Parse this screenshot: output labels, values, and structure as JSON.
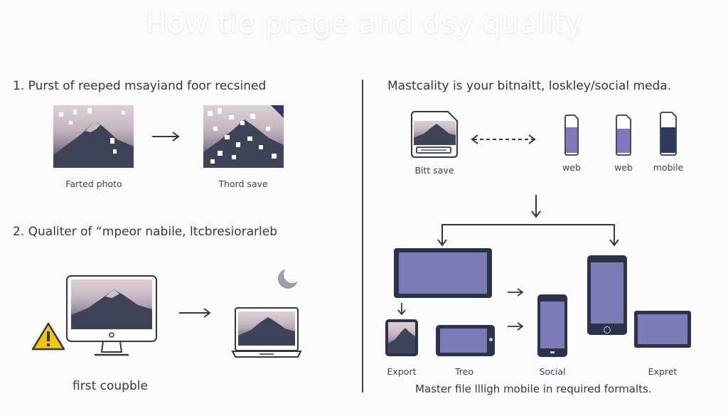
{
  "title": "How tie prage and dsy quality",
  "left": {
    "step1": {
      "heading": "1.  Purst of reeped msayiand foor recsined",
      "caption_left": "Farted photo",
      "caption_right": "Thord save"
    },
    "step2": {
      "heading": "2.  Qualiter of “mpeor nabile, ltcbresiorarleb",
      "caption_bottom": "first coupble"
    }
  },
  "right": {
    "heading": "Mastcality is your bitnaitt, loskley/social meda.",
    "labels": {
      "bitt_save": "Bitt save",
      "web1": "web",
      "web2": "web",
      "mobile": "mobile",
      "export": "Export",
      "treo": "Treo",
      "social": "Social",
      "expret": "Expret"
    },
    "footer": "Master file llligh mobile in required formalts."
  },
  "colors": {
    "accent": "#7e7ab8",
    "navy": "#2a3347",
    "warning": "#f2c40f"
  }
}
